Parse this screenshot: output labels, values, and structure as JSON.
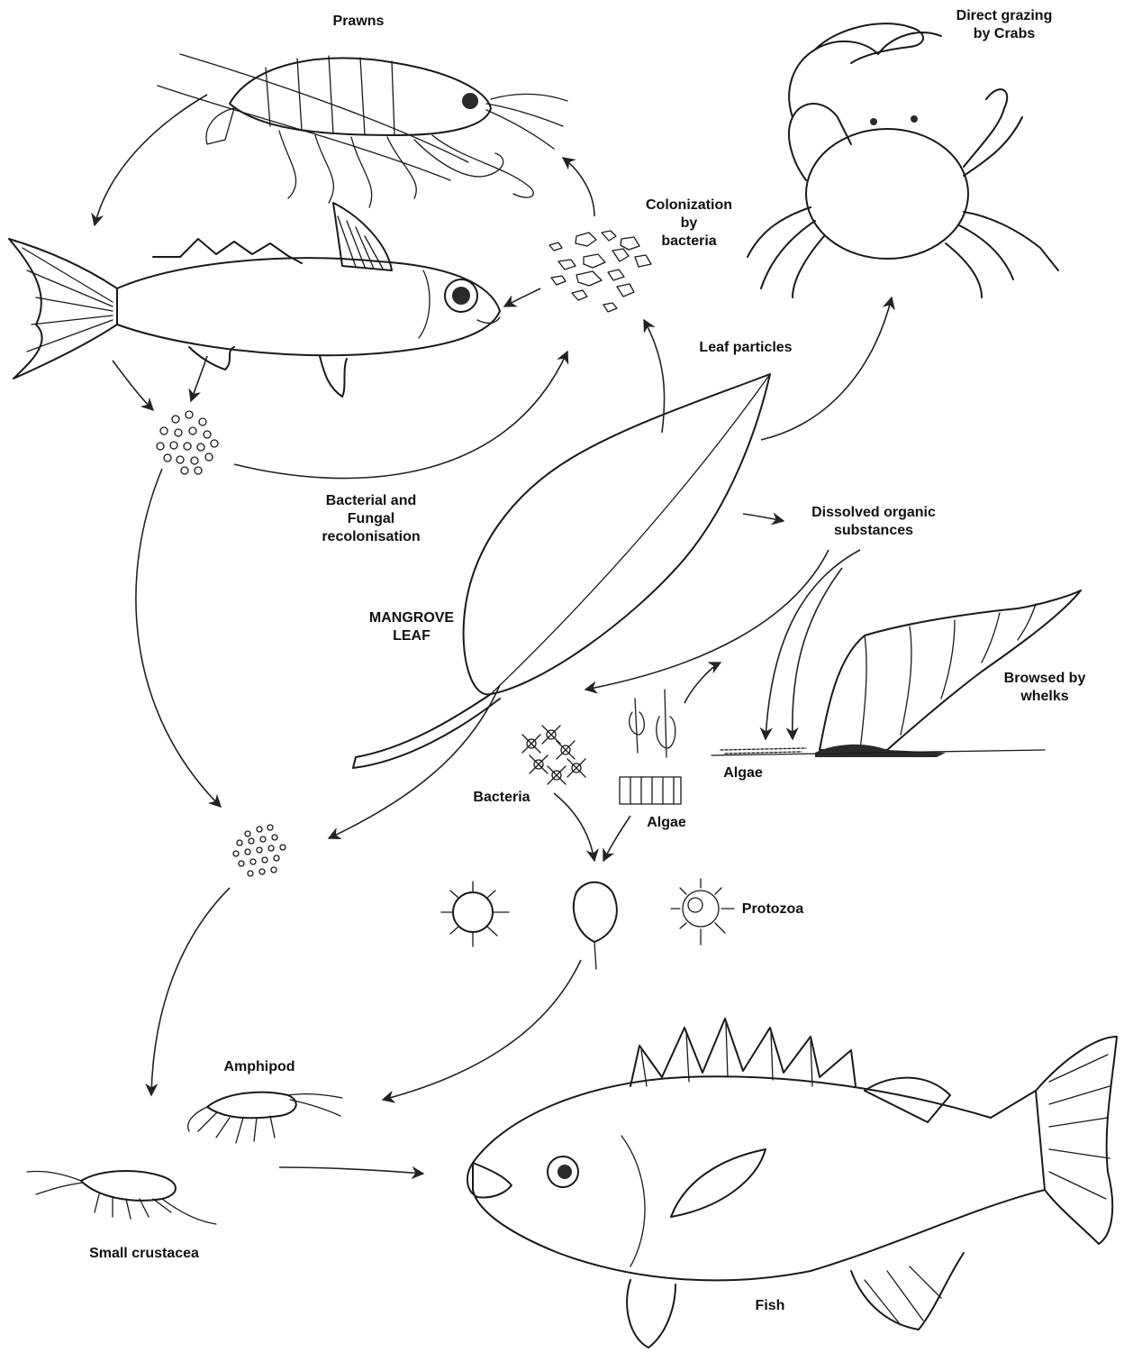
{
  "labels": {
    "prawns": "Prawns",
    "direct_grazing_line1": "Direct grazing",
    "direct_grazing_line2": "by Crabs",
    "colonization_line1": "Colonization",
    "colonization_line2": "by",
    "colonization_line3": "bacteria",
    "leaf_particles": "Leaf particles",
    "bacterial_line1": "Bacterial and",
    "bacterial_line2": "Fungal",
    "bacterial_line3": "recolonisation",
    "dissolved_line1": "Dissolved organic",
    "dissolved_line2": "substances",
    "mangrove_line1": "MANGROVE",
    "mangrove_line2": "LEAF",
    "browsed_line1": "Browsed by",
    "browsed_line2": "whelks",
    "algae_ground": "Algae",
    "bacteria": "Bacteria",
    "algae": "Algae",
    "protozoa": "Protozoa",
    "amphipod": "Amphipod",
    "small_crustacea": "Small crustacea",
    "fish": "Fish"
  },
  "colors": {
    "ink": "#1a1a1a",
    "background": "#ffffff"
  }
}
